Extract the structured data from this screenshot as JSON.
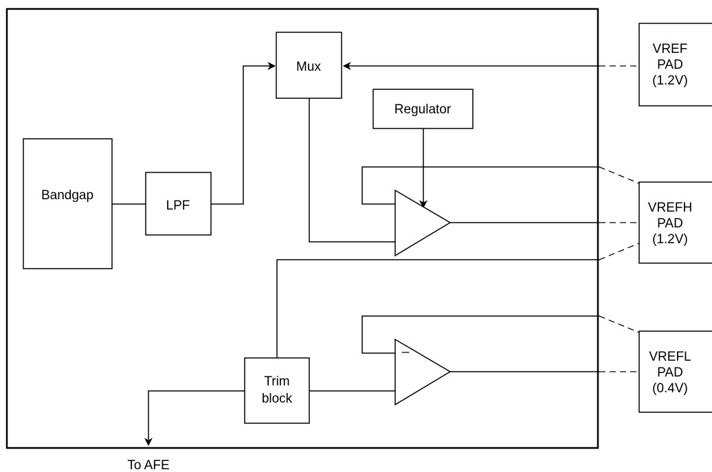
{
  "blocks": {
    "bandgap": "Bandgap",
    "lpf": "LPF",
    "mux": "Mux",
    "regulator": "Regulator",
    "trim": [
      "Trim",
      "block"
    ]
  },
  "pads": {
    "vref": [
      "VREF",
      "PAD",
      "(1.2V)"
    ],
    "vrefh": [
      "VREFH",
      "PAD",
      "(1.2V)"
    ],
    "vrefl": [
      "VREFL",
      "PAD",
      "(0.4V)"
    ]
  },
  "amplifiers": {
    "lower_minus": "–"
  },
  "output_label": "To AFE"
}
